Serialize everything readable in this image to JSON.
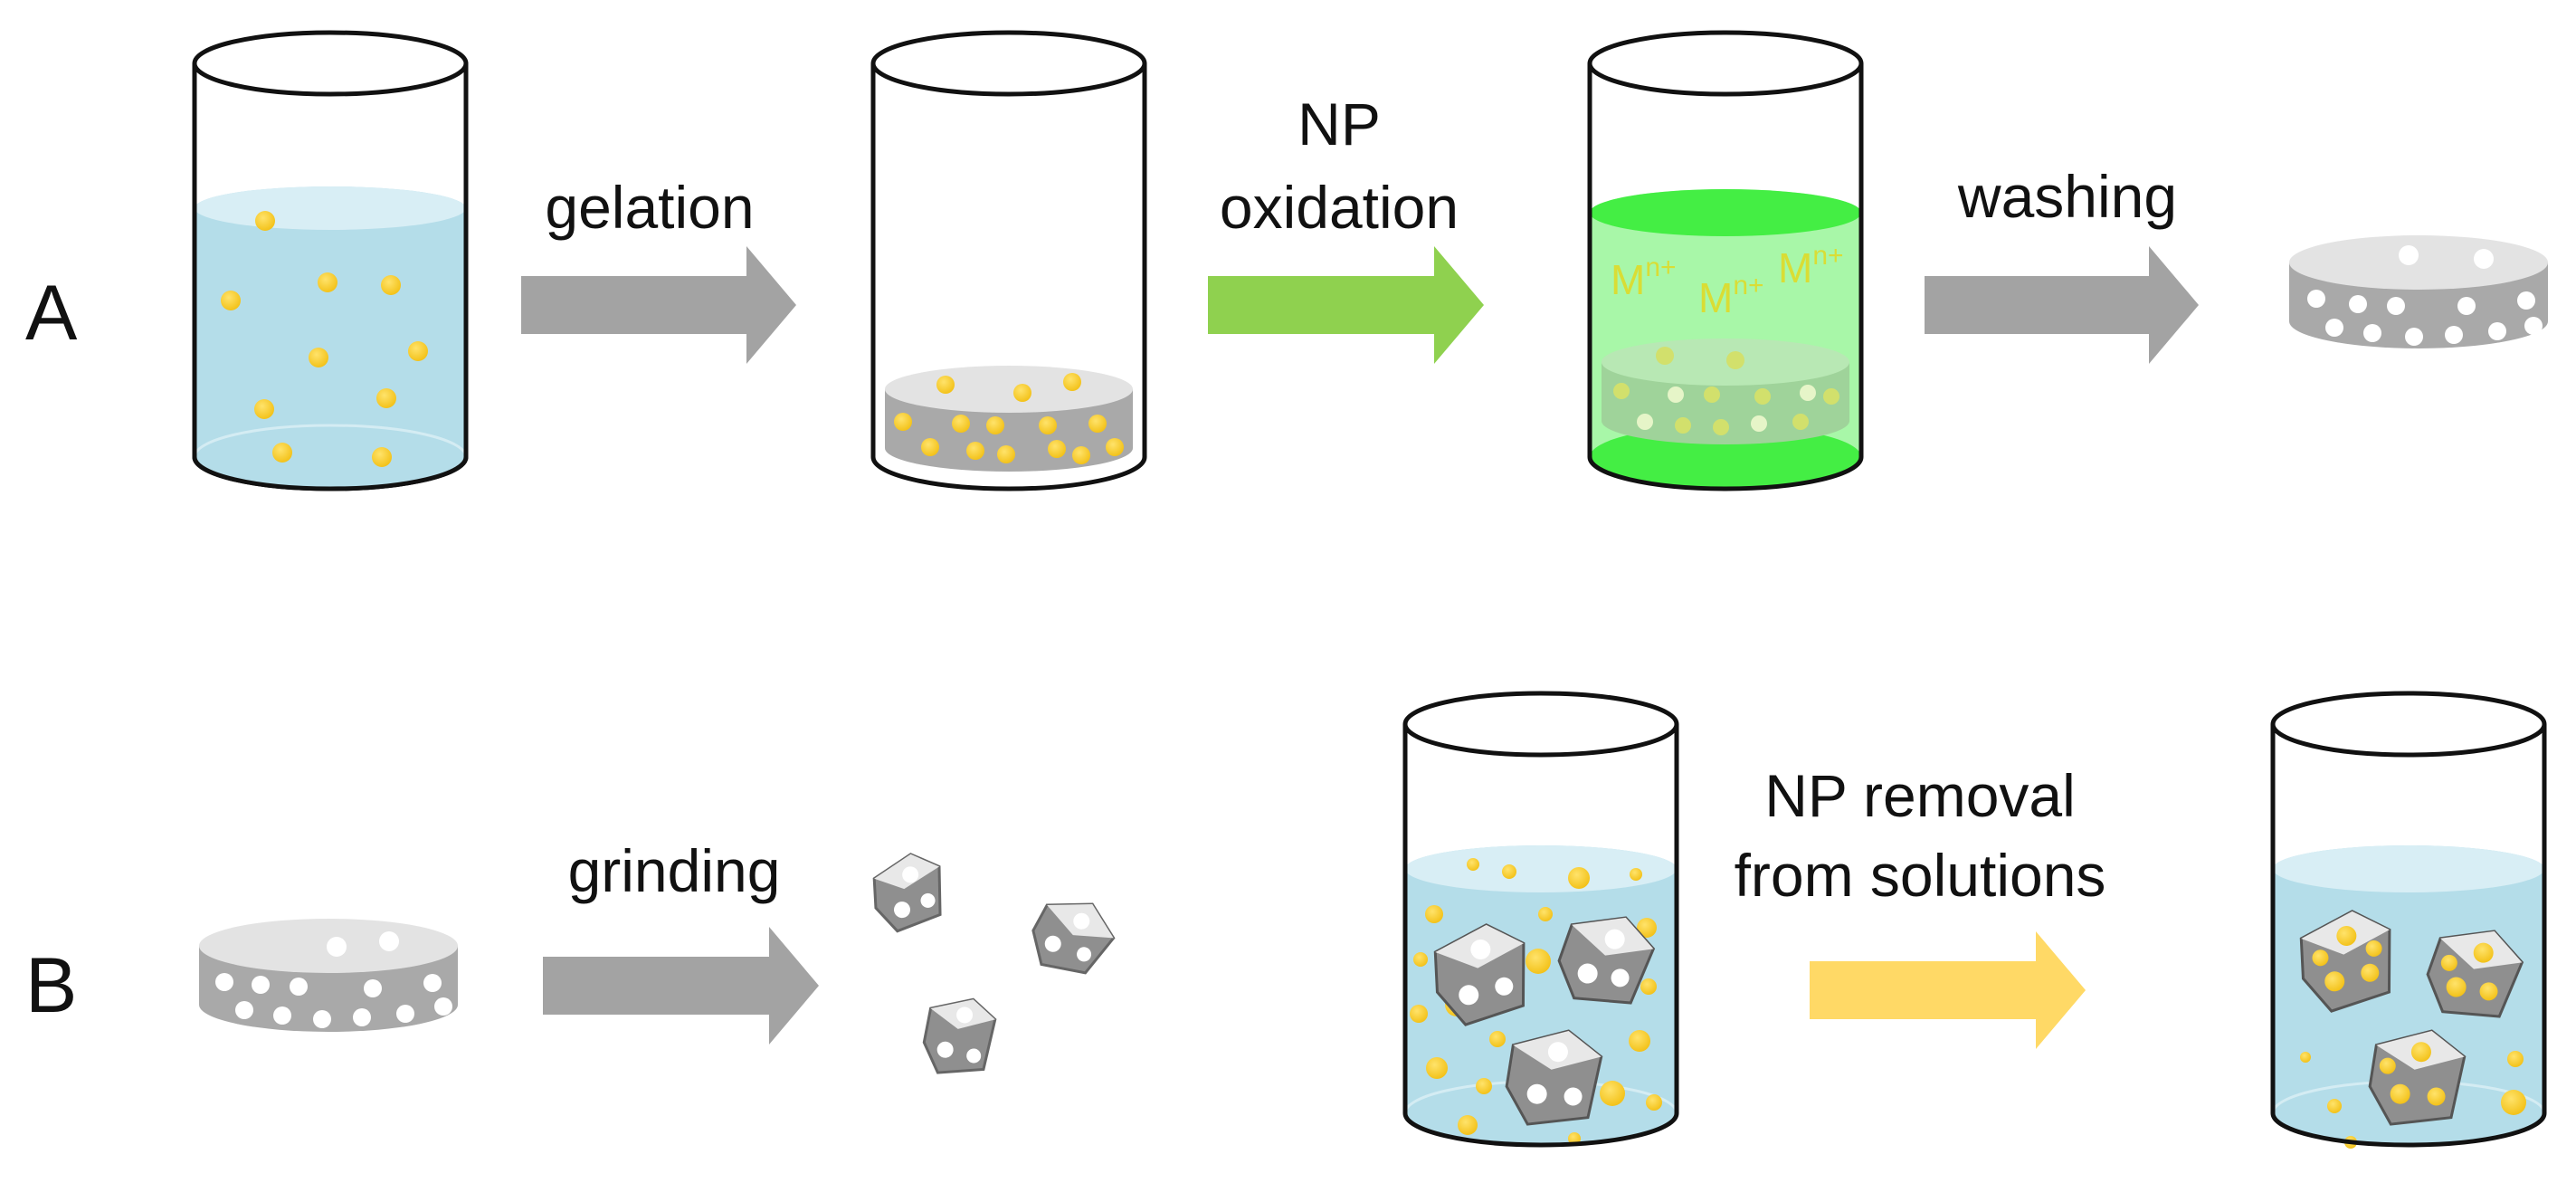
{
  "row_a": {
    "label": "A",
    "step1": "gelation",
    "step2_line1": "NP",
    "step2_line2": "oxidation",
    "step3": "washing",
    "ion_base": "M",
    "ion_charge": "n+"
  },
  "row_b": {
    "label": "B",
    "step1": "grinding",
    "step2_line1": "NP removal",
    "step2_line2": "from solutions"
  },
  "colors": {
    "arrow_gray": "#a3a3a3",
    "arrow_green": "#8fd14f",
    "arrow_yellow": "#ffd966",
    "water": "#b4dde9",
    "nanoparticle": "#f7c72a",
    "oxidizing_solution": "#44ee44",
    "gel": "#a9a9a9"
  }
}
